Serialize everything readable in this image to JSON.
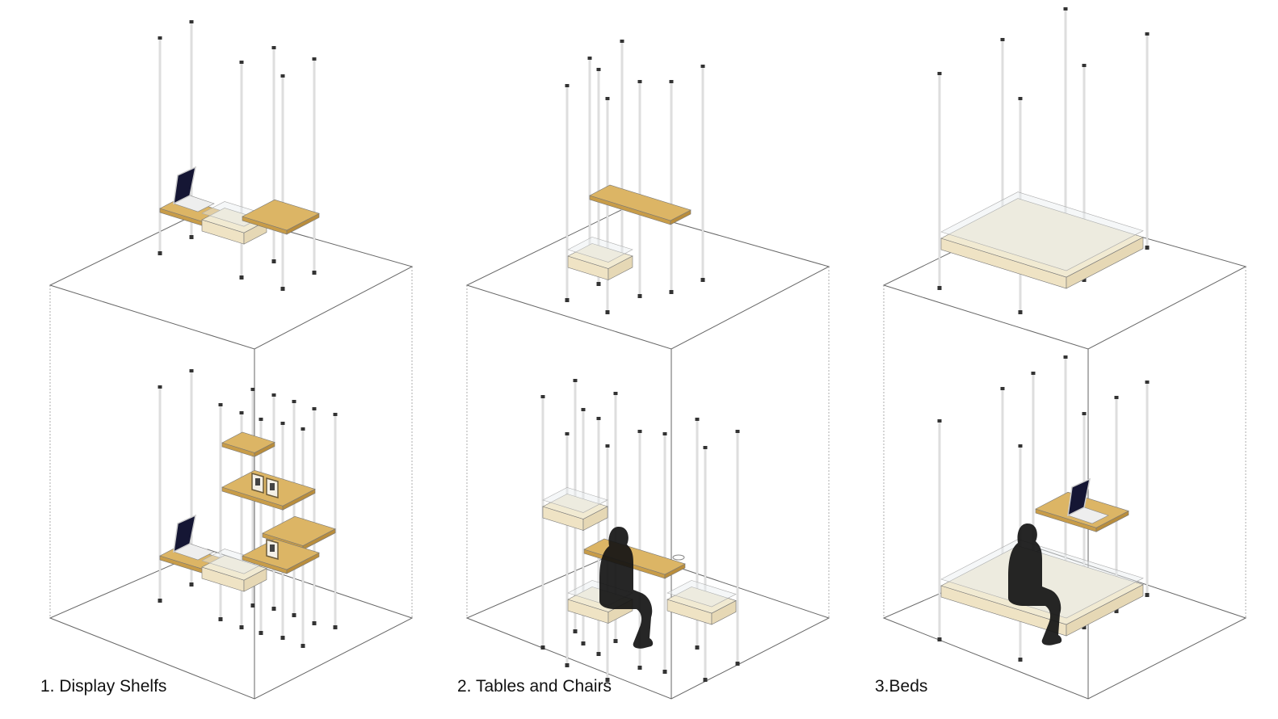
{
  "panels": [
    {
      "label": "1. Display Shelfs"
    },
    {
      "label": "2. Tables and Chairs"
    },
    {
      "label": "3.Beds"
    }
  ],
  "colors": {
    "wood": "#dcb565",
    "cushion": "#f1ead2",
    "glass": "#e8eef0",
    "pole": "#bdbdbd",
    "line": "#777777",
    "silhouette": "#141414",
    "screen": "#151634"
  }
}
